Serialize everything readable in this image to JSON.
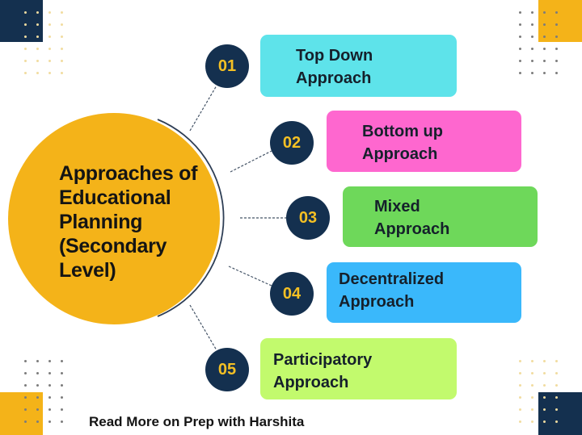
{
  "title": "Approaches of Educational Planning (Secondary Level)",
  "title_lines": [
    "Approaches of",
    "Educational",
    "Planning",
    "(Secondary",
    "Level)"
  ],
  "colors": {
    "navy": "#14304f",
    "yellow": "#f4b319",
    "number_text": "#f4c024"
  },
  "items": [
    {
      "number": "01",
      "label": "Top Down\nApproach",
      "color": "#5ee3ea"
    },
    {
      "number": "02",
      "label": "Bottom up\nApproach",
      "color": "#fe67cf"
    },
    {
      "number": "03",
      "label": "Mixed\nApproach",
      "color": "#6ed85a"
    },
    {
      "number": "04",
      "label": "Decentralized\nApproach",
      "color": "#3ab8fb"
    },
    {
      "number": "05",
      "label": "Participatory\nApproach",
      "color": "#c2fa6d"
    }
  ],
  "footer": "Read More on Prep with Harshita"
}
